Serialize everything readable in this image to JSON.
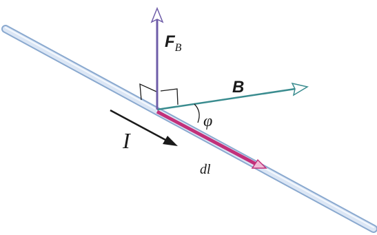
{
  "labels": {
    "force_symbol": "F",
    "force_subscript": "B",
    "field": "B",
    "angle": "φ",
    "current": "I",
    "length_element": "dl"
  },
  "colors": {
    "wire_fill": "#dbe6f5",
    "wire_edge": "#8aa9cf",
    "force_vector": "#6e5ca8",
    "field_vector": "#3a8c8f",
    "current_arrow": "#1a1a1a",
    "length_element": "#c2307a",
    "text": "#1a1a1a"
  }
}
